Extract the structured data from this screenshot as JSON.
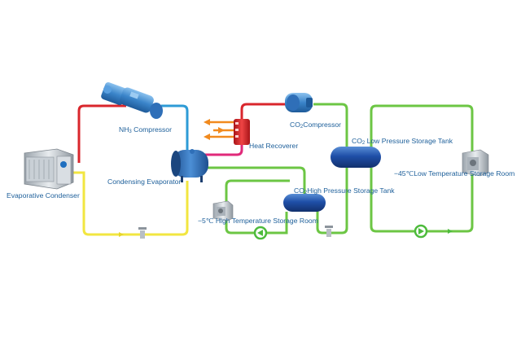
{
  "labels": {
    "nh3_compressor": {
      "pre": "NH",
      "sub": "3",
      "post": " Compressor"
    },
    "co2_compressor": {
      "pre": "CO",
      "sub": "2",
      "post": "Compressor"
    },
    "heat_recoverer": "Heat Recoverer",
    "evaporative_condenser": "Evaporative Condenser",
    "condensing_evaporator": "Condensing Evaporator",
    "co2_low_tank": {
      "pre": "CO",
      "sub": "2",
      "post": " Low Pressure Storage Tank"
    },
    "co2_high_tank": {
      "pre": "CO",
      "sub": "2",
      "post": "High Pressure Storage Tank"
    },
    "low_room": "−45℃Low Temperature Storage Room",
    "high_room": "−5℃  High Temperature Storage Room"
  },
  "colors": {
    "nh3_hot_line": "#d9262c",
    "nh3_liquid_line": "#f2e640",
    "nh3_suction_line": "#2e9bd6",
    "co2_line": "#6cc644",
    "heat_out_arrow": "#f18a1e",
    "heat_water_line": "#e02a7a",
    "tank_blue": "#1f4fa8",
    "evaporator_blue": "#2f6fb8",
    "compressor_blue": "#3a84c9",
    "heat_recoverer_red": "#d8262a",
    "pump_green": "#4dbb3c"
  },
  "icons": [
    "nh3-compressor-icon",
    "co2-compressor-icon",
    "heat-recoverer-icon",
    "evaporative-condenser-icon",
    "condensing-evaporator-icon",
    "co2-low-pressure-tank-icon",
    "co2-high-pressure-tank-icon",
    "low-temp-room-icon",
    "high-temp-room-icon",
    "pump-icon",
    "expansion-valve-icon"
  ]
}
